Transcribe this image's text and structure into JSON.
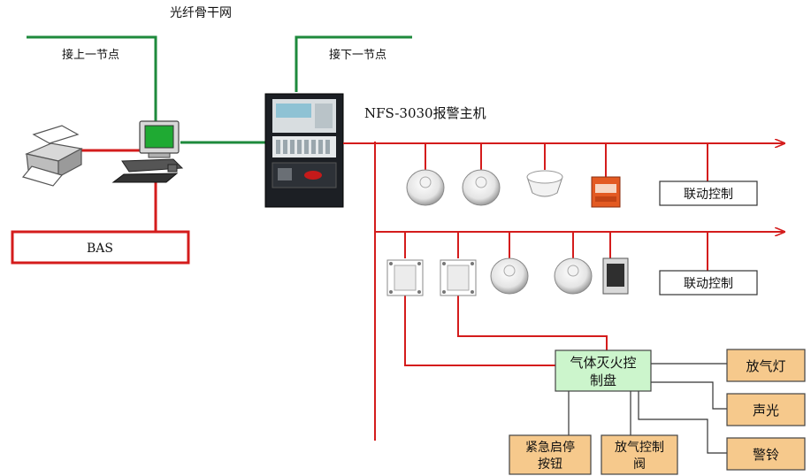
{
  "labels": {
    "backbone": "光纤骨干网",
    "prev_node": "接上一节点",
    "next_node": "接下一节点",
    "panel": "NFS-3030报警主机",
    "bas": "BAS",
    "linkage_1": "联动控制",
    "linkage_2": "联动控制",
    "gas_panel_line1": "气体灭火控",
    "gas_panel_line2": "制盘",
    "release_lamp": "放气灯",
    "sound_light": "声光",
    "bell": "警铃",
    "emergency_line1": "紧急启停",
    "emergency_line2": "按钮",
    "valve_line1": "放气控制",
    "valve_line2": "阀"
  },
  "colors": {
    "fiber_line": "#1e8a3c",
    "loop_line": "#d41c1c",
    "gas_panel_fill": "#ccf5cc",
    "output_fill": "#f6c98c",
    "panel_body": "#1c1f24"
  },
  "icons": [
    "printer-icon",
    "computer-icon",
    "fire-alarm-panel-icon",
    "smoke-detector-icon",
    "heat-detector-icon",
    "manual-call-point-icon",
    "input-module-icon"
  ]
}
